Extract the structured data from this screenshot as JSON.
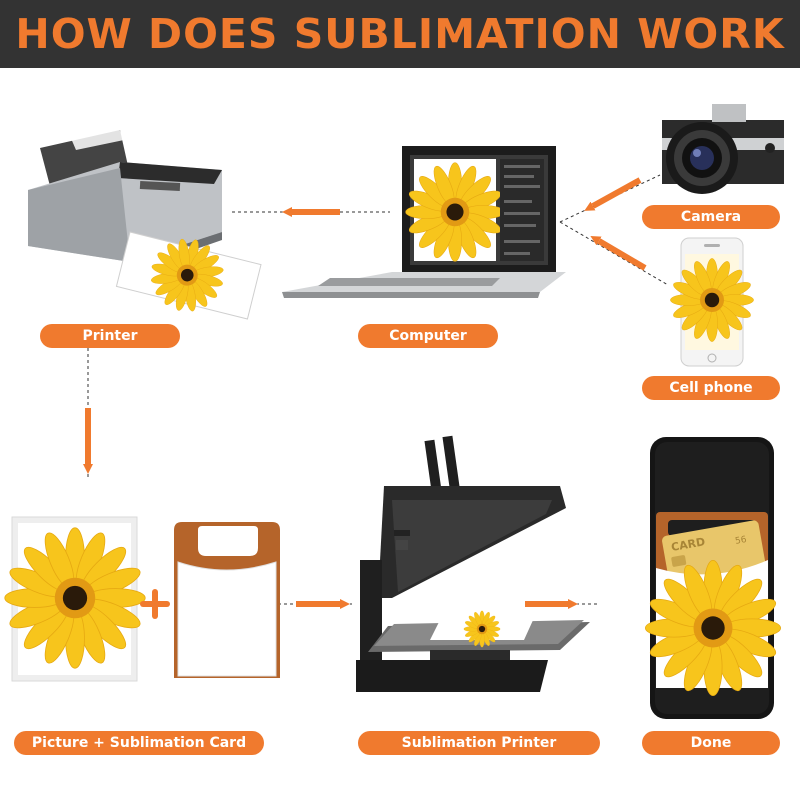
{
  "header": {
    "title": "HOW DOES SUBLIMATION WORK"
  },
  "labels": {
    "printer": "Printer",
    "computer": "Computer",
    "camera": "Camera",
    "cell_phone": "Cell phone",
    "picture_card": "Picture + Sublimation Card",
    "sublimation_printer": "Sublimation Printer",
    "done": "Done"
  },
  "card_text": {
    "card": "CARD",
    "pocket_text": "56"
  },
  "colors": {
    "accent": "#f07a2e",
    "header_bg": "#333333",
    "flower_yellow": "#f7c51c",
    "flower_center": "#2a1a0a",
    "leather_brown": "#b5642a"
  },
  "icons": [
    "printer-icon",
    "laptop-icon",
    "camera-icon",
    "smartphone-icon",
    "heat-press-icon",
    "phone-wallet-icon",
    "arrow-icon",
    "plus-icon"
  ]
}
